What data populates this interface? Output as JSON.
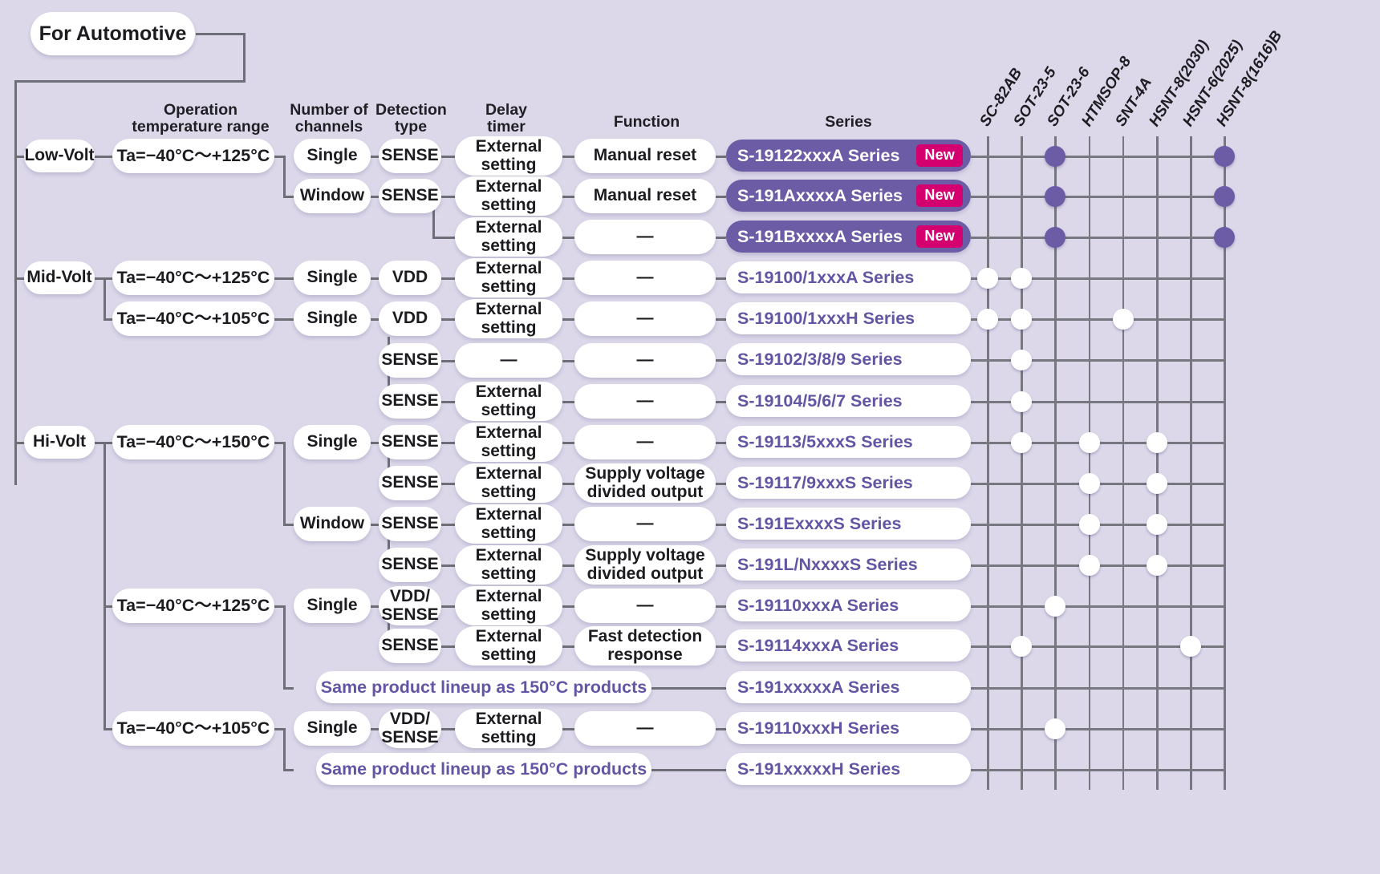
{
  "top_badge": {
    "label": "For Automotive"
  },
  "column_headers": [
    {
      "label": "Operation\ntemperature range"
    },
    {
      "label": "Number of\nchannels"
    },
    {
      "label": "Detection\ntype"
    },
    {
      "label": "Delay\ntimer"
    },
    {
      "label": "Function"
    },
    {
      "label": "Series"
    }
  ],
  "package_columns": [
    "SC-82AB",
    "SOT-23-5",
    "SOT-23-6",
    "HTMSOP-8",
    "SNT-4A",
    "HSNT-8(2030)",
    "HSNT-6(2025)",
    "HSNT-8(1616)B"
  ],
  "voltage_groups": [
    {
      "label": "Low-Volt"
    },
    {
      "label": "Mid-Volt"
    },
    {
      "label": "Hi-Volt"
    }
  ],
  "temperature_ranges": [
    {
      "label": "Ta=−40°C～+125°C"
    },
    {
      "label": "Ta=−40°C～+125°C"
    },
    {
      "label": "Ta=−40°C～+105°C"
    },
    {
      "label": "Ta=−40°C～+150°C"
    },
    {
      "label": "Ta=−40°C～+125°C"
    },
    {
      "label": "Ta=−40°C～+105°C"
    }
  ],
  "channel_nodes": [
    {
      "label": "Single"
    },
    {
      "label": "Window"
    },
    {
      "label": "Single"
    },
    {
      "label": "Single"
    },
    {
      "label": "Single"
    },
    {
      "label": "Window"
    },
    {
      "label": "Single"
    },
    {
      "label": "Single"
    }
  ],
  "detection_nodes": [
    {
      "label": "SENSE"
    },
    {
      "label": "SENSE"
    },
    {
      "label": "VDD"
    },
    {
      "label": "VDD"
    },
    {
      "label": "SENSE"
    },
    {
      "label": "SENSE"
    },
    {
      "label": "SENSE"
    },
    {
      "label": "SENSE"
    },
    {
      "label": "SENSE"
    },
    {
      "label": "VDD/\nSENSE"
    },
    {
      "label": "SENSE"
    },
    {
      "label": "VDD/\nSENSE"
    }
  ],
  "delay_nodes": [
    {
      "label": "External\nsetting"
    },
    {
      "label": "External\nsetting"
    },
    {
      "label": "External\nsetting"
    },
    {
      "label": "External\nsetting"
    },
    {
      "label": "External\nsetting"
    },
    {
      "label": "—"
    },
    {
      "label": "External\nsetting"
    },
    {
      "label": "External\nsetting"
    },
    {
      "label": "External\nsetting"
    },
    {
      "label": "External\nsetting"
    },
    {
      "label": "External\nsetting"
    },
    {
      "label": "External\nsetting"
    },
    {
      "label": "External\nsetting"
    },
    {
      "label": "External\nsetting"
    }
  ],
  "function_nodes": [
    {
      "label": "Manual reset"
    },
    {
      "label": "Manual reset"
    },
    {
      "label": "—"
    },
    {
      "label": "—"
    },
    {
      "label": "—"
    },
    {
      "label": "—"
    },
    {
      "label": "—"
    },
    {
      "label": "—"
    },
    {
      "label": "Supply voltage\ndivided output"
    },
    {
      "label": "—"
    },
    {
      "label": "Supply voltage\ndivided output"
    },
    {
      "label": "—"
    },
    {
      "label": "Fast detection\nresponse"
    },
    {
      "label": "—"
    }
  ],
  "note_pills": [
    {
      "label": "Same product lineup as 150°C products"
    },
    {
      "label": "Same product lineup as 150°C products"
    }
  ],
  "rows": [
    {
      "series": "S-19122xxxA Series",
      "highlight": true,
      "new": "New",
      "dots": [
        0,
        0,
        1,
        0,
        0,
        0,
        0,
        1
      ]
    },
    {
      "series": "S-191AxxxxA Series",
      "highlight": true,
      "new": "New",
      "dots": [
        0,
        0,
        1,
        0,
        0,
        0,
        0,
        1
      ]
    },
    {
      "series": "S-191BxxxxA Series",
      "highlight": true,
      "new": "New",
      "dots": [
        0,
        0,
        1,
        0,
        0,
        0,
        0,
        1
      ]
    },
    {
      "series": "S-19100/1xxxA Series",
      "highlight": false,
      "new": "",
      "dots": [
        1,
        1,
        0,
        0,
        0,
        0,
        0,
        0
      ]
    },
    {
      "series": "S-19100/1xxxH Series",
      "highlight": false,
      "new": "",
      "dots": [
        1,
        1,
        0,
        0,
        1,
        0,
        0,
        0
      ]
    },
    {
      "series": "S-19102/3/8/9 Series",
      "highlight": false,
      "new": "",
      "dots": [
        0,
        1,
        0,
        0,
        0,
        0,
        0,
        0
      ]
    },
    {
      "series": "S-19104/5/6/7 Series",
      "highlight": false,
      "new": "",
      "dots": [
        0,
        1,
        0,
        0,
        0,
        0,
        0,
        0
      ]
    },
    {
      "series": "S-19113/5xxxS Series",
      "highlight": false,
      "new": "",
      "dots": [
        0,
        1,
        0,
        1,
        0,
        1,
        0,
        0
      ]
    },
    {
      "series": "S-19117/9xxxS Series",
      "highlight": false,
      "new": "",
      "dots": [
        0,
        0,
        0,
        1,
        0,
        1,
        0,
        0
      ]
    },
    {
      "series": "S-191ExxxxS Series",
      "highlight": false,
      "new": "",
      "dots": [
        0,
        0,
        0,
        1,
        0,
        1,
        0,
        0
      ]
    },
    {
      "series": "S-191L/NxxxxS Series",
      "highlight": false,
      "new": "",
      "dots": [
        0,
        0,
        0,
        1,
        0,
        1,
        0,
        0
      ]
    },
    {
      "series": "S-19110xxxA Series",
      "highlight": false,
      "new": "",
      "dots": [
        0,
        0,
        1,
        0,
        0,
        0,
        0,
        0
      ]
    },
    {
      "series": "S-19114xxxA Series",
      "highlight": false,
      "new": "",
      "dots": [
        0,
        1,
        0,
        0,
        0,
        0,
        1,
        0
      ]
    },
    {
      "series": "S-191xxxxxA Series",
      "highlight": false,
      "new": "",
      "dots": [
        0,
        0,
        0,
        0,
        0,
        0,
        0,
        0
      ]
    },
    {
      "series": "S-19110xxxH Series",
      "highlight": false,
      "new": "",
      "dots": [
        0,
        0,
        1,
        0,
        0,
        0,
        0,
        0
      ]
    },
    {
      "series": "S-191xxxxxH Series",
      "highlight": false,
      "new": "",
      "dots": [
        0,
        0,
        0,
        0,
        0,
        0,
        0,
        0
      ]
    }
  ],
  "colors": {
    "background": "#dcd8ea",
    "accent_purple": "#6b5ca5",
    "series_text": "#6355a3",
    "new_badge": "#d4006f",
    "line": "#6e6e76"
  }
}
